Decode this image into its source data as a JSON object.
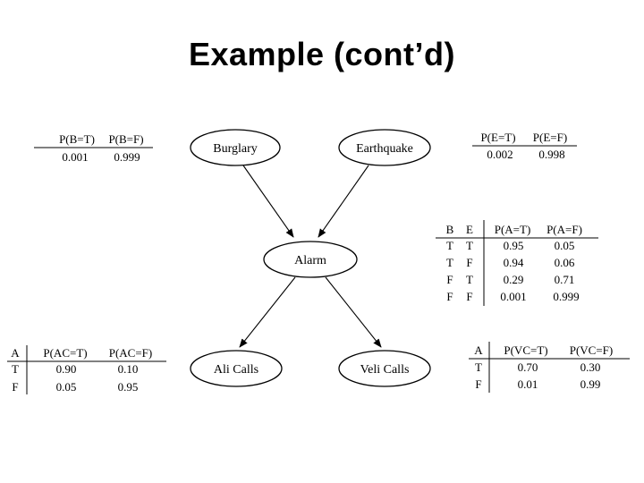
{
  "slide": {
    "title": "Example (cont’d)"
  },
  "nodes": {
    "burglary": "Burglary",
    "earthquake": "Earthquake",
    "alarm": "Alarm",
    "ali_calls": "Ali Calls",
    "veli_calls": "Veli Calls"
  },
  "cpt_burglary": {
    "headers": [
      "P(B=T)",
      "P(B=F)"
    ],
    "values": [
      "0.001",
      "0.999"
    ]
  },
  "cpt_earthquake": {
    "headers": [
      "P(E=T)",
      "P(E=F)"
    ],
    "values": [
      "0.002",
      "0.998"
    ]
  },
  "cpt_alarm": {
    "headers": [
      "B",
      "E",
      "P(A=T)",
      "P(A=F)"
    ],
    "rows": [
      [
        "T",
        "T",
        "0.95",
        "0.05"
      ],
      [
        "T",
        "F",
        "0.94",
        "0.06"
      ],
      [
        "F",
        "T",
        "0.29",
        "0.71"
      ],
      [
        "F",
        "F",
        "0.001",
        "0.999"
      ]
    ]
  },
  "cpt_ali": {
    "headers": [
      "A",
      "P(AC=T)",
      "P(AC=F)"
    ],
    "rows": [
      [
        "T",
        "0.90",
        "0.10"
      ],
      [
        "F",
        "0.05",
        "0.95"
      ]
    ]
  },
  "cpt_veli": {
    "headers": [
      "A",
      "P(VC=T)",
      "P(VC=F)"
    ],
    "rows": [
      [
        "T",
        "0.70",
        "0.30"
      ],
      [
        "F",
        "0.01",
        "0.99"
      ]
    ]
  }
}
